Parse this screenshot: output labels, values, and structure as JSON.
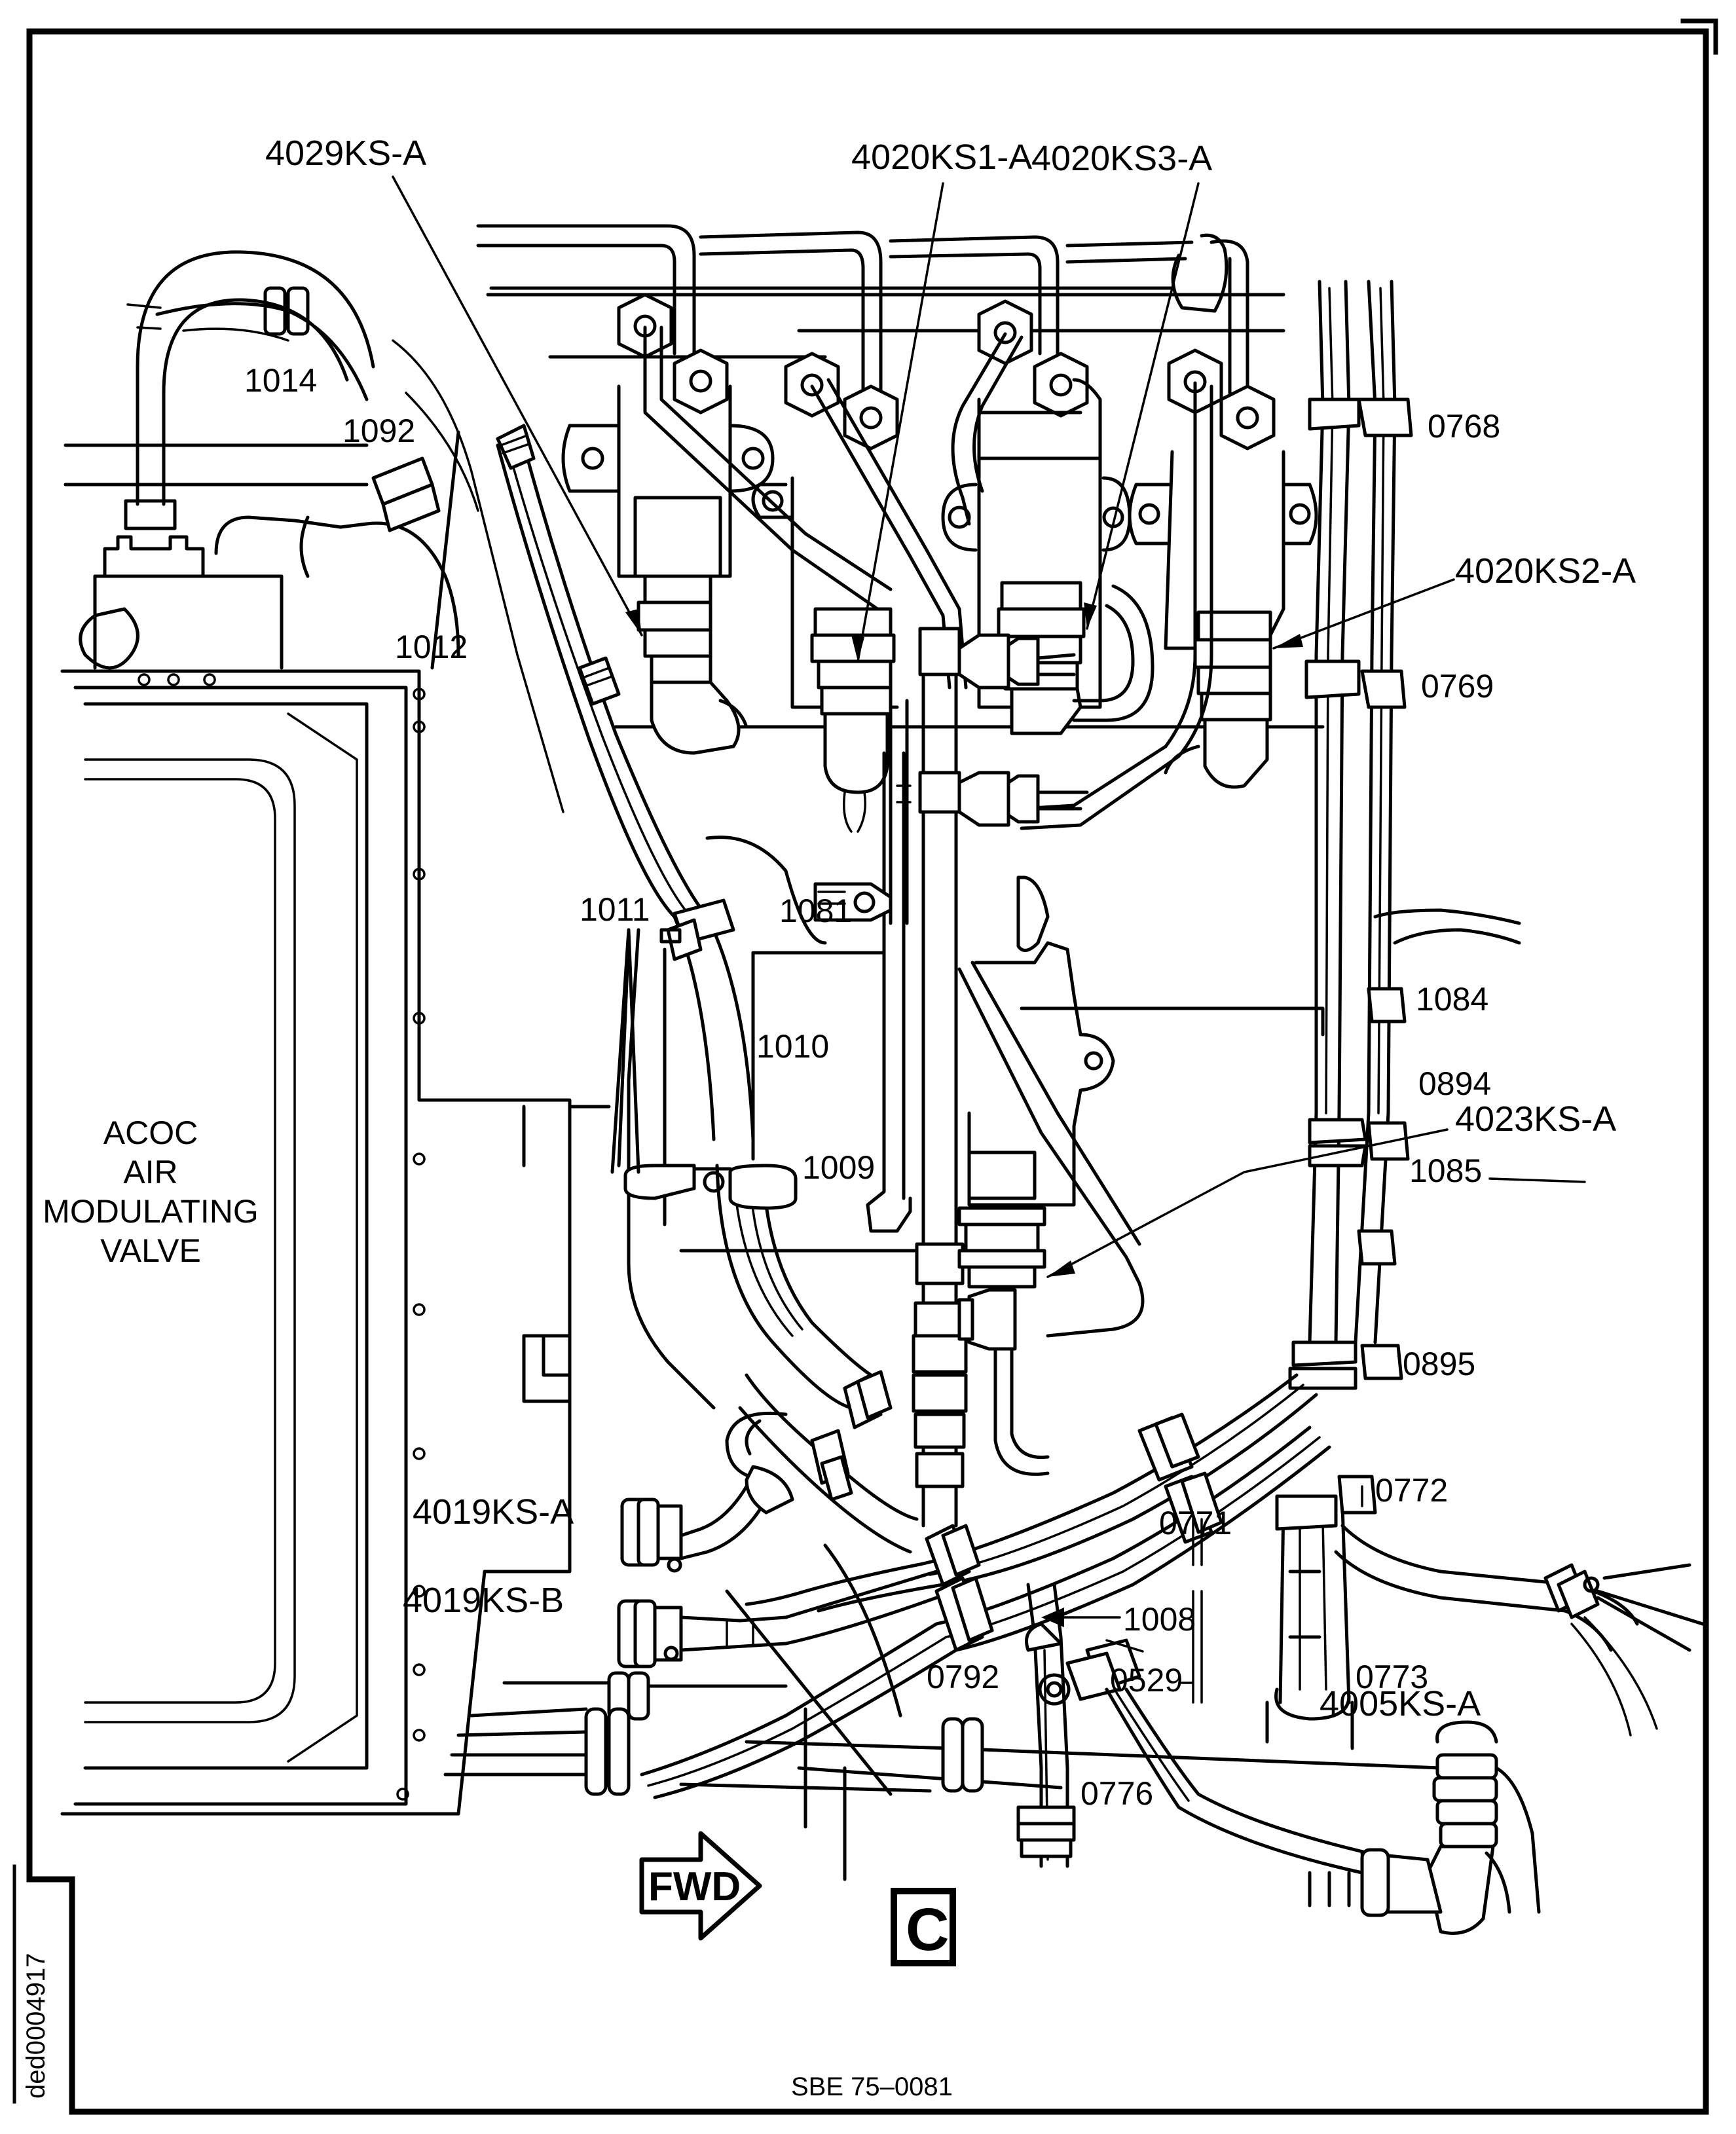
{
  "figure": {
    "view_label": "C",
    "direction_arrow": "FWD",
    "service_bulletin": "SBE 75–0081",
    "drawing_id": "ded0004917",
    "component_label_lines": [
      "ACOC",
      "AIR",
      "MODULATING",
      "VALVE"
    ]
  },
  "connectors": [
    {
      "id": "4029KS-A"
    },
    {
      "id": "4020KS1-A"
    },
    {
      "id": "4020KS3-A"
    },
    {
      "id": "4020KS2-A"
    },
    {
      "id": "4023KS-A"
    },
    {
      "id": "4019KS-A"
    },
    {
      "id": "4019KS-B"
    },
    {
      "id": "4005KS-A"
    }
  ],
  "clamps": [
    {
      "id": "1014"
    },
    {
      "id": "1092"
    },
    {
      "id": "1012"
    },
    {
      "id": "1011"
    },
    {
      "id": "1081"
    },
    {
      "id": "1010"
    },
    {
      "id": "1009"
    },
    {
      "id": "0768"
    },
    {
      "id": "0769"
    },
    {
      "id": "1084"
    },
    {
      "id": "0894"
    },
    {
      "id": "1085"
    },
    {
      "id": "0895"
    },
    {
      "id": "0772"
    },
    {
      "id": "0771"
    },
    {
      "id": "1008"
    },
    {
      "id": "0529"
    },
    {
      "id": "0792"
    },
    {
      "id": "0773"
    },
    {
      "id": "0776"
    }
  ]
}
